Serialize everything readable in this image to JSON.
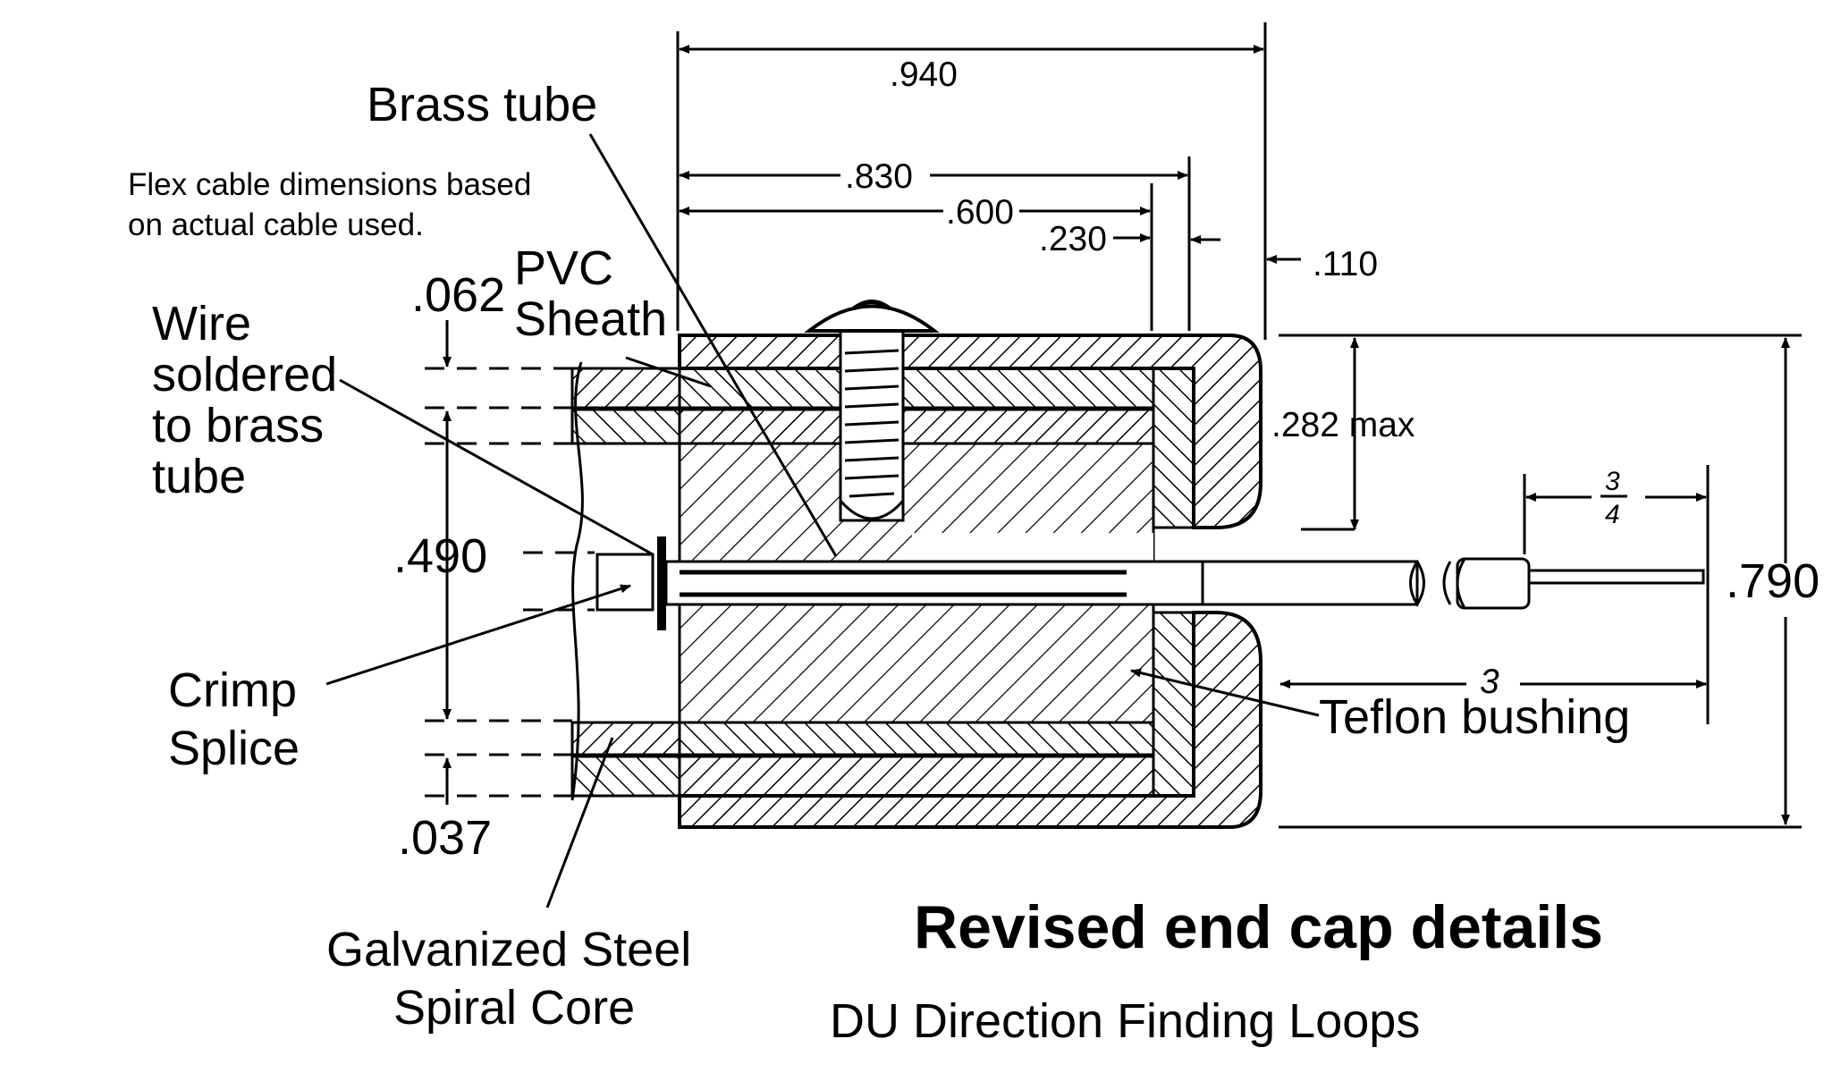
{
  "dimensions": {
    "d940": ".940",
    "d830": ".830",
    "d600": ".600",
    "d230": ".230",
    "d110": ".110",
    "d062": ".062",
    "d490": ".490",
    "d037": ".037",
    "d282": ".282 max",
    "d790": ".790",
    "d3": "3"
  },
  "labels": {
    "brass_tube": "Brass tube",
    "note_line1": "Flex cable dimensions based",
    "note_line2": "on actual cable used.",
    "pvc_line1": "PVC",
    "pvc_line2": "Sheath",
    "wire_line1": "Wire",
    "wire_line2": "soldered",
    "wire_line3": "to brass",
    "wire_line4": "tube",
    "crimp_line1": "Crimp",
    "crimp_line2": "Splice",
    "teflon": "Teflon bushing",
    "steel_line1": "Galvanized Steel",
    "steel_line2": "Spiral Core"
  },
  "title": "Revised end cap details",
  "subtitle": "DU Direction Finding Loops"
}
